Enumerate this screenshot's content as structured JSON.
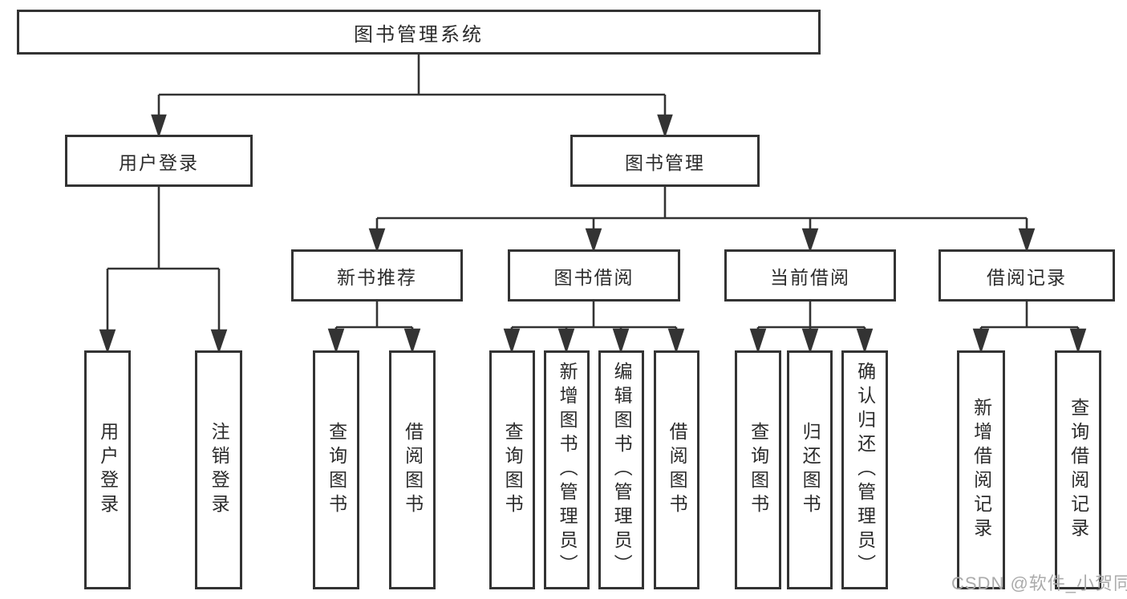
{
  "diagram": {
    "root": "图书管理系统",
    "branches": [
      {
        "label": "用户登录",
        "leaves": [
          "用户登录",
          "注销登录"
        ]
      },
      {
        "label": "图书管理",
        "groups": [
          {
            "label": "新书推荐",
            "leaves": [
              "查询图书",
              "借阅图书"
            ]
          },
          {
            "label": "图书借阅",
            "leaves": [
              "查询图书",
              "新增图书（管理员）",
              "编辑图书（管理员）",
              "借阅图书"
            ]
          },
          {
            "label": "当前借阅",
            "leaves": [
              "查询图书",
              "归还图书",
              "确认归还（管理员）"
            ]
          },
          {
            "label": "借阅记录",
            "leaves": [
              "新增借阅记录",
              "查询借阅记录"
            ]
          }
        ]
      }
    ]
  },
  "watermark": {
    "text": "CSDN @软件_小贺同学"
  },
  "colors": {
    "line": "#333333",
    "box_border": "#333333",
    "text": "#2b2b2b",
    "background": "#ffffff",
    "watermark": "#ababab"
  }
}
